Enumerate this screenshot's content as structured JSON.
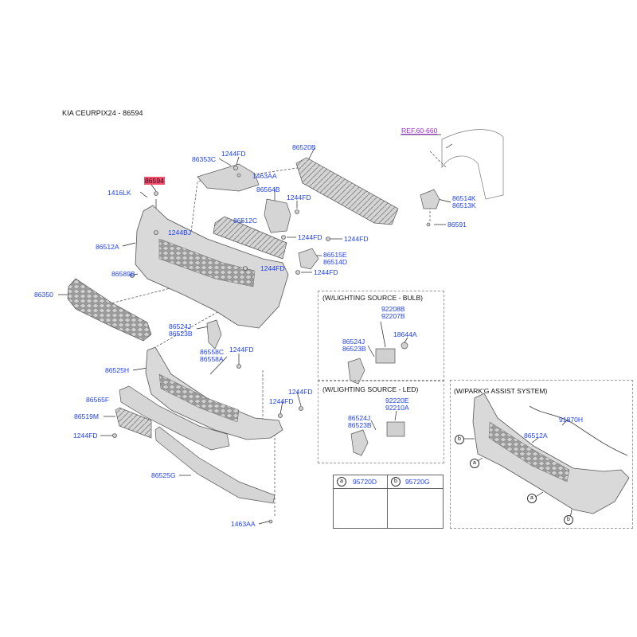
{
  "header": {
    "title": "KIA CEURPIX24 - 86594"
  },
  "reference": {
    "label": "REF.60-660"
  },
  "parts": {
    "p86594": "86594",
    "p1416LK": "1416LK",
    "p86353C": "86353C",
    "p1244FD_a": "1244FD",
    "p1463AA_a": "1463AA",
    "p86520B": "86520B",
    "p86564B": "86564B",
    "p1244FD_b": "1244FD",
    "p1244BJ": "1244BJ",
    "p86512C": "86512C",
    "p86512A": "86512A",
    "p1244FD_c": "1244FD",
    "p1244FD_d": "1244FD",
    "p86515E": "86515E",
    "p86514D": "86514D",
    "p86589B": "86589B",
    "p1244FD_e": "1244FD",
    "p1244FD_f": "1244FD",
    "p86350": "86350",
    "p86524J_a": "86524J",
    "p86523B_a": "86523B",
    "p86558C": "86558C",
    "p86558A": "86558A",
    "p1244FD_g": "1244FD",
    "p86525H": "86525H",
    "p86565F": "86565F",
    "p1244FD_h": "1244FD",
    "p1244FD_i": "1244FD",
    "p86519M": "86519M",
    "p1244FD_j": "1244FD",
    "p86525G": "86525G",
    "p1463AA_b": "1463AA",
    "p86514K": "86514K",
    "p86513K": "86513K",
    "p86591": "86591"
  },
  "bulb_box": {
    "title": "(W/LIGHTING SOURCE - BULB)",
    "p92208B": "92208B",
    "p92207B": "92207B",
    "p18644A": "18644A",
    "p86524J": "86524J",
    "p86523B": "86523B"
  },
  "led_box": {
    "title": "(W/LIGHTING SOURCE - LED)",
    "p92220E": "92220E",
    "p92210A": "92210A",
    "p86524J": "86524J",
    "p86523B": "86523B"
  },
  "park_box": {
    "title": "(W/PARK'G ASSIST SYSTEM)",
    "p91870H": "91870H",
    "p86512A": "86512A",
    "callout_a": "a",
    "callout_b": "b"
  },
  "sensor_table": {
    "a_letter": "a",
    "a_part": "95720D",
    "b_letter": "b",
    "b_part": "95720G"
  },
  "colors": {
    "label_blue": "#1f3ff0",
    "highlight": "#f0506e",
    "ref_purple": "#9a2bd0",
    "part_fill": "#d9d9d9",
    "part_stroke": "#555555"
  }
}
